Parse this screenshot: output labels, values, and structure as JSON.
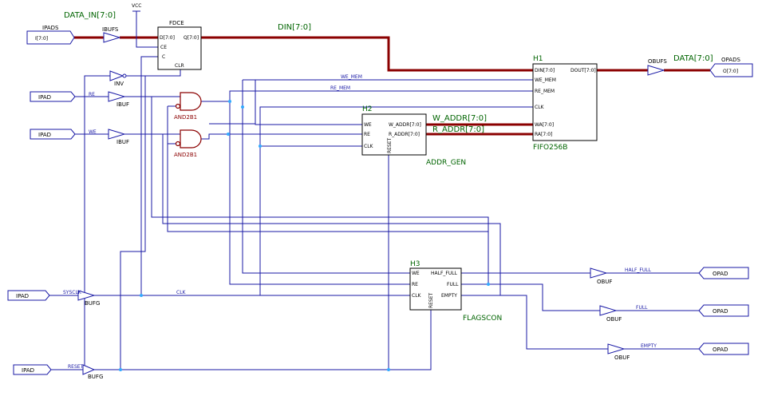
{
  "nets": {
    "data_in": "DATA_IN[7:0]",
    "din": "DIN[7:0]",
    "data_out": "DATA[7:0]",
    "w_addr": "W_ADDR[7:0]",
    "r_addr": "R_ADDR[7:0]",
    "we_mem": "WE_MEM",
    "re_mem": "RE_MEM",
    "re": "RE",
    "we": "WE",
    "sysclk": "SYSCLK",
    "clk": "CLK",
    "reset": "RESET",
    "half_full": "HALF_FULL",
    "full": "FULL",
    "empty": "EMPTY"
  },
  "ports": {
    "ipads_label": "IPADS",
    "ipads_pin": "I[7:0]",
    "ipad": "IPAD",
    "opads_label": "OPADS",
    "opads_pin": "O[7:0]",
    "opad": "OPAD"
  },
  "cells": {
    "ibufs": "IBUFS",
    "ibuf": "IBUF",
    "bufg": "BUFG",
    "inv": "INV",
    "and2b1": "AND2B1",
    "obufs": "OBUFS",
    "obuf": "OBUF",
    "vcc": "VCC"
  },
  "fdce": {
    "name": "FDCE",
    "d": "D[7:0]",
    "q": "Q[7:0]",
    "ce": "CE",
    "c": "C",
    "clr": "CLR"
  },
  "fifo": {
    "instance": "H1",
    "type": "FIFO256B",
    "din": "DIN[7:0]",
    "we_mem": "WE_MEM",
    "re_mem": "RE_MEM",
    "clk": "CLK",
    "wa": "WA[7:0]",
    "ra": "RA[7:0]",
    "dout": "DOUT[7:0]"
  },
  "addr_gen": {
    "instance": "H2",
    "type": "ADDR_GEN",
    "we": "WE",
    "re": "RE",
    "clk": "CLK",
    "reset": "RESET",
    "w_addr": "W_ADDR[7:0]",
    "r_addr": "R_ADDR[7:0]"
  },
  "flagscon": {
    "instance": "H3",
    "type": "FLAGSCON",
    "we": "WE",
    "re": "RE",
    "clk": "CLK",
    "reset": "RESET",
    "half_full": "HALF_FULL",
    "full": "FULL",
    "empty": "EMPTY"
  }
}
